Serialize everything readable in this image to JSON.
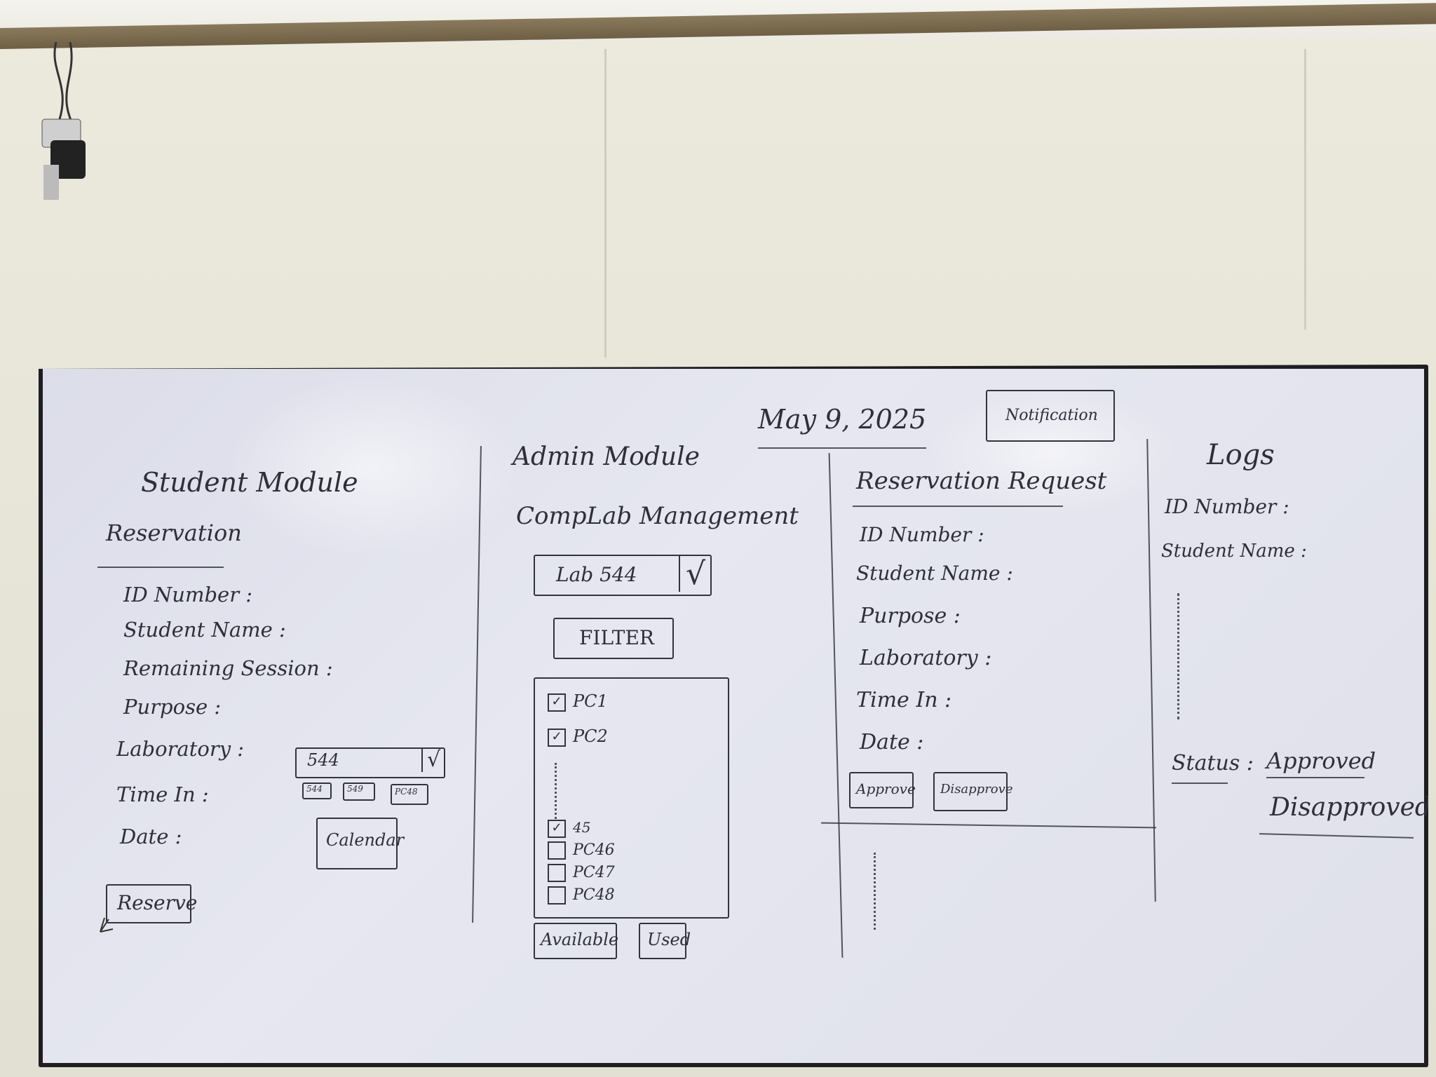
{
  "student": {
    "title": "Student Module",
    "section": "Reservation",
    "fields": [
      "ID Number :",
      "Student Name :",
      "Remaining Session :",
      "Purpose :",
      "Laboratory :",
      "Time In :",
      "Date :"
    ],
    "lab_select": "544",
    "lab_chips": [
      "544",
      "549",
      "PC48"
    ],
    "calendar_button": "Calendar",
    "reserve_button": "Reserve"
  },
  "admin": {
    "title": "Admin Module",
    "section": "CompLab Management",
    "lab_select": "Lab 544",
    "filter_button": "FILTER",
    "pcs": [
      {
        "label": "PC1",
        "checked": true
      },
      {
        "label": "PC2",
        "checked": true
      },
      {
        "label": "45",
        "checked": true
      },
      {
        "label": "PC46",
        "checked": false
      },
      {
        "label": "PC47",
        "checked": false
      },
      {
        "label": "PC48",
        "checked": false
      }
    ],
    "available_button": "Available",
    "used_button": "Used"
  },
  "header": {
    "date": "May 9, 2025",
    "notification_button": "Notification"
  },
  "request": {
    "title": "Reservation Request",
    "fields": [
      "ID Number :",
      "Student Name :",
      "Purpose :",
      "Laboratory :",
      "Time In :",
      "Date :"
    ],
    "approve_button": "Approve",
    "disapprove_button": "Disapprove"
  },
  "logs": {
    "title": "Logs",
    "fields": [
      "ID Number :",
      "Student Name :"
    ],
    "status_label": "Status :",
    "status_options": [
      "Approved",
      "Disapproved"
    ]
  }
}
